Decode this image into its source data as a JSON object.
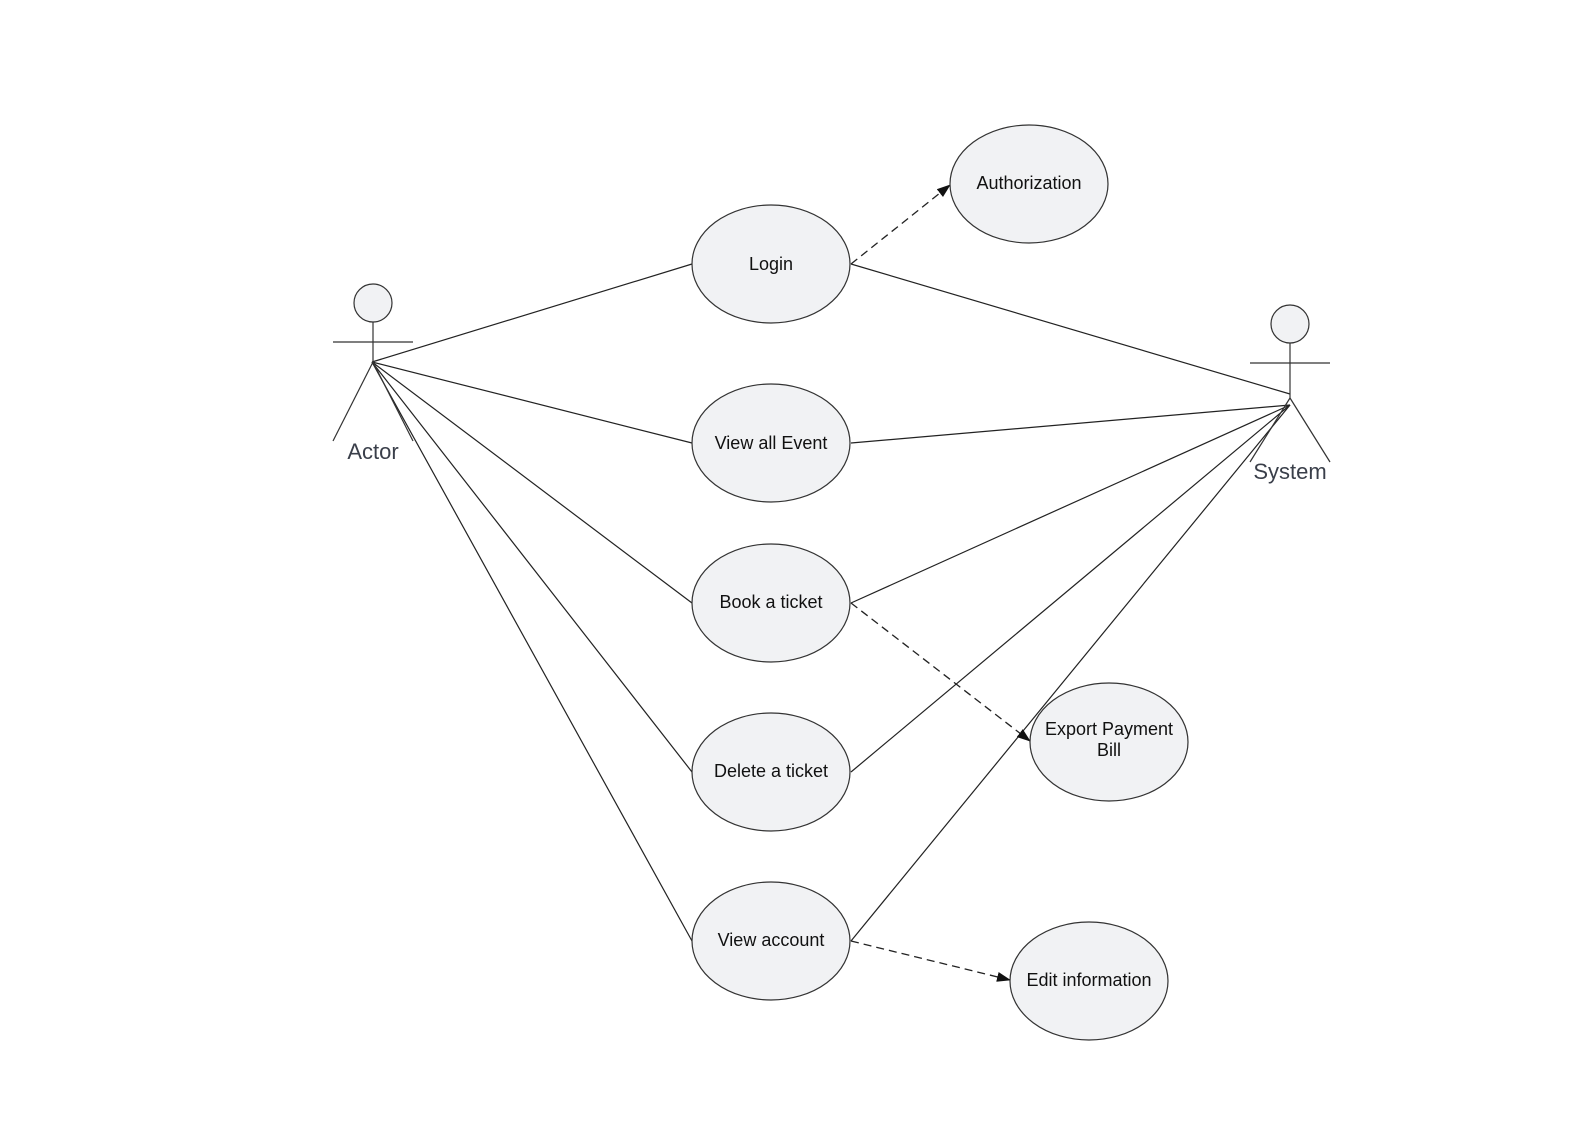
{
  "diagram": {
    "type": "use-case",
    "actors": {
      "actor": {
        "label": "Actor"
      },
      "system": {
        "label": "System"
      }
    },
    "use_cases": {
      "login": {
        "label": "Login"
      },
      "view_all_event": {
        "label": "View all Event"
      },
      "book_ticket": {
        "label": "Book a ticket"
      },
      "delete_ticket": {
        "label": "Delete a ticket"
      },
      "view_account": {
        "label": "View account"
      },
      "authorization": {
        "label": "Authorization"
      },
      "export_payment_bill": {
        "label_line1": "Export Payment",
        "label_line2": "Bill"
      },
      "edit_information": {
        "label": "Edit information"
      }
    },
    "associations": [
      {
        "from": "actor",
        "to": "login"
      },
      {
        "from": "actor",
        "to": "view_all_event"
      },
      {
        "from": "actor",
        "to": "book_ticket"
      },
      {
        "from": "actor",
        "to": "delete_ticket"
      },
      {
        "from": "actor",
        "to": "view_account"
      },
      {
        "from": "system",
        "to": "login"
      },
      {
        "from": "system",
        "to": "view_all_event"
      },
      {
        "from": "system",
        "to": "book_ticket"
      },
      {
        "from": "system",
        "to": "delete_ticket"
      },
      {
        "from": "system",
        "to": "view_account"
      }
    ],
    "dependencies": [
      {
        "from": "login",
        "to": "authorization",
        "style": "dashed-arrow"
      },
      {
        "from": "book_ticket",
        "to": "export_payment_bill",
        "style": "dashed-arrow"
      },
      {
        "from": "view_account",
        "to": "edit_information",
        "style": "dashed-arrow"
      }
    ],
    "colors": {
      "ellipse_fill": "#f1f2f4",
      "stroke": "#333333",
      "actor_label": "#3a3f4a"
    }
  }
}
